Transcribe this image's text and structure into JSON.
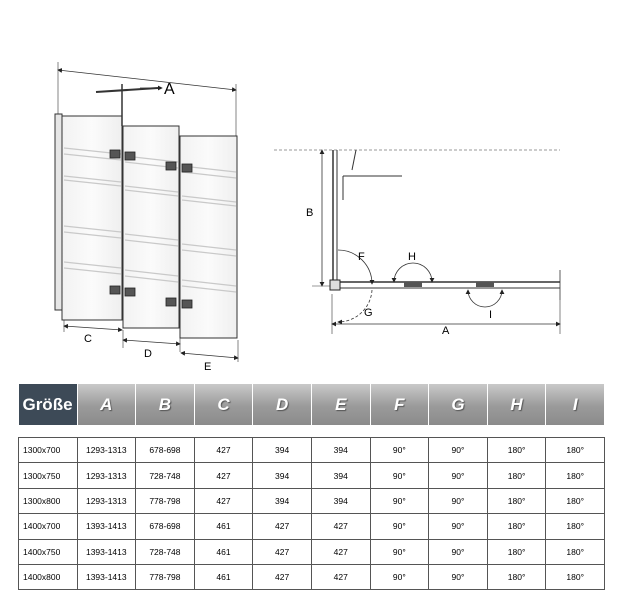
{
  "labels": {
    "a_top": "A",
    "b": "B",
    "c": "C",
    "d": "D",
    "e": "E",
    "f": "F",
    "g": "G",
    "h": "H",
    "i": "I",
    "a_plan": "A"
  },
  "table": {
    "headers": [
      "Größe",
      "A",
      "B",
      "C",
      "D",
      "E",
      "F",
      "G",
      "H",
      "I"
    ],
    "rows": [
      [
        "1300x700",
        "1293-1313",
        "678-698",
        "427",
        "394",
        "394",
        "90°",
        "90°",
        "180°",
        "180°"
      ],
      [
        "1300x750",
        "1293-1313",
        "728-748",
        "427",
        "394",
        "394",
        "90°",
        "90°",
        "180°",
        "180°"
      ],
      [
        "1300x800",
        "1293-1313",
        "778-798",
        "427",
        "394",
        "394",
        "90°",
        "90°",
        "180°",
        "180°"
      ],
      [
        "1400x700",
        "1393-1413",
        "678-698",
        "461",
        "427",
        "427",
        "90°",
        "90°",
        "180°",
        "180°"
      ],
      [
        "1400x750",
        "1393-1413",
        "728-748",
        "461",
        "427",
        "427",
        "90°",
        "90°",
        "180°",
        "180°"
      ],
      [
        "1400x800",
        "1393-1413",
        "778-798",
        "461",
        "427",
        "427",
        "90°",
        "90°",
        "180°",
        "180°"
      ]
    ]
  }
}
